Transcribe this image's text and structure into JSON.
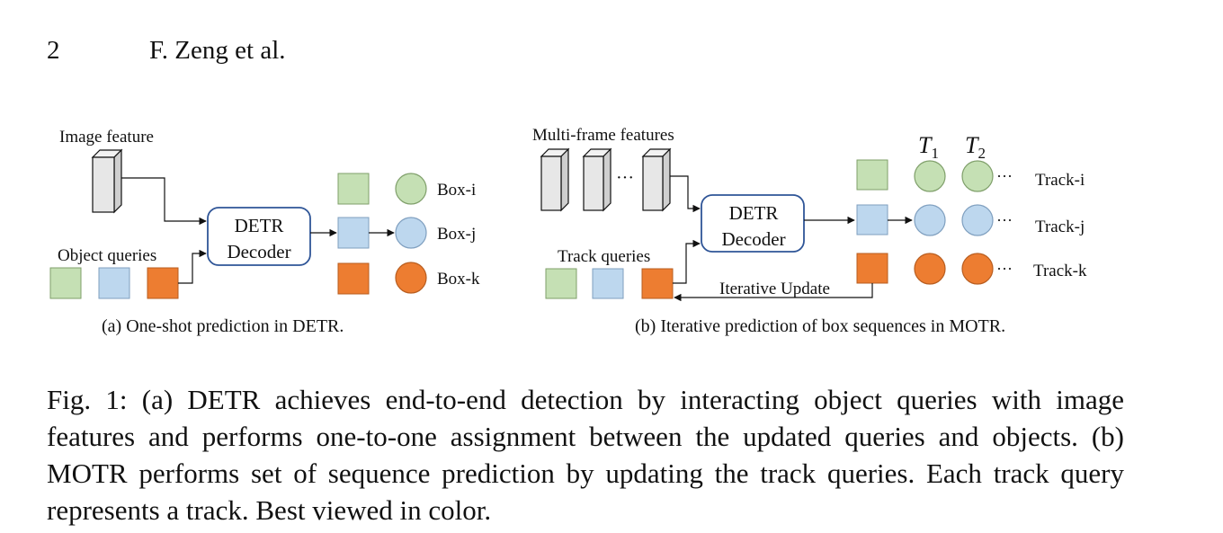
{
  "header": {
    "page_number": "2",
    "authors": "F. Zeng et al."
  },
  "panel_a": {
    "image_feature_label": "Image feature",
    "object_queries_label": "Object queries",
    "decoder_line1": "DETR",
    "decoder_line2": "Decoder",
    "boxes": [
      "Box-i",
      "Box-j",
      "Box-k"
    ],
    "subcaption": "(a) One-shot prediction in DETR."
  },
  "panel_b": {
    "features_label": "Multi-frame features",
    "features_ellipsis": "···",
    "track_queries_label": "Track queries",
    "decoder_line1": "DETR",
    "decoder_line2": "Decoder",
    "t1": {
      "base": "T",
      "sub": "1"
    },
    "t2": {
      "base": "T",
      "sub": "2"
    },
    "track_ellipsis": "···",
    "tracks": [
      "Track-i",
      "Track-j",
      "Track-k"
    ],
    "iterative_update_label": "Iterative Update",
    "subcaption": "(b) Iterative prediction of box sequences in MOTR."
  },
  "colors": {
    "green": "#c5e0b4",
    "blue": "#bdd7ee",
    "orange": "#ed7d31",
    "decoder_border": "#2f5597"
  },
  "caption": "Fig. 1: (a) DETR achieves end-to-end detection by interacting object queries with image features and performs one-to-one assignment between the updated queries and objects. (b) MOTR performs set of sequence prediction by updating the track queries. Each track query represents a track. Best viewed in color."
}
